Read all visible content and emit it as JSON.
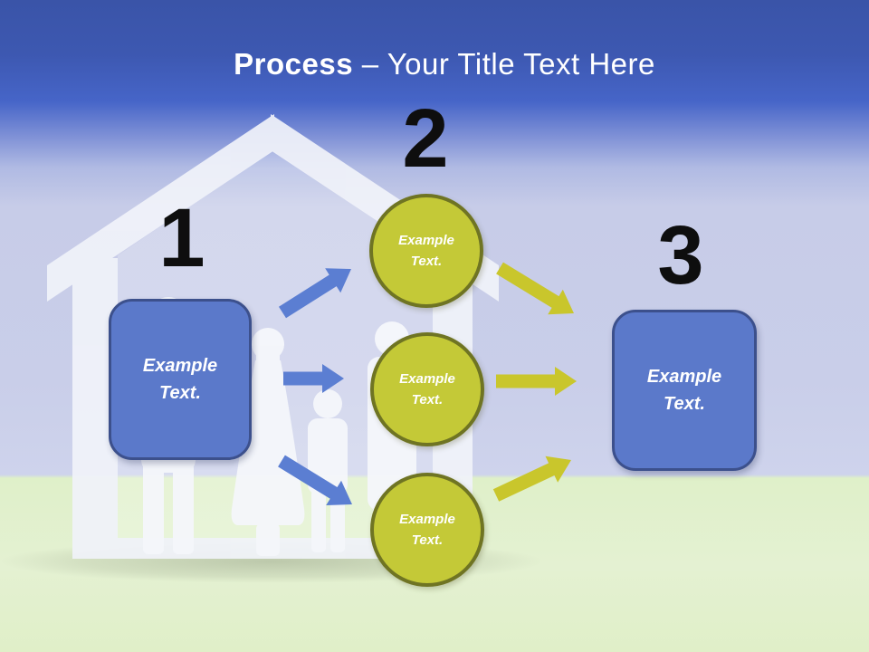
{
  "title": {
    "bold": "Process",
    "regular": " – Your Title Text Here"
  },
  "steps": [
    {
      "number": "1",
      "shape": "rounded-box",
      "label": "Example\nText."
    },
    {
      "number": "2",
      "shape": "circle-group",
      "circles": [
        {
          "label": "Example\nText."
        },
        {
          "label": "Example\nText."
        },
        {
          "label": "Example\nText."
        }
      ]
    },
    {
      "number": "3",
      "shape": "rounded-box",
      "label": "Example\nText."
    }
  ],
  "colors": {
    "box_fill": "#5b79ca",
    "box_border": "#3c508c",
    "circle_fill": "#c4c937",
    "circle_border": "#6f7423",
    "arrow_blue": "#5b7ed2",
    "arrow_yellow": "#c9c62c",
    "sky_top": "#3a54a8",
    "sky_bright": "#4665c8",
    "lavender": "#c7cce8",
    "ground_green": "#e2f0cd",
    "number_color": "#0e0e0e",
    "title_color": "#ffffff"
  }
}
